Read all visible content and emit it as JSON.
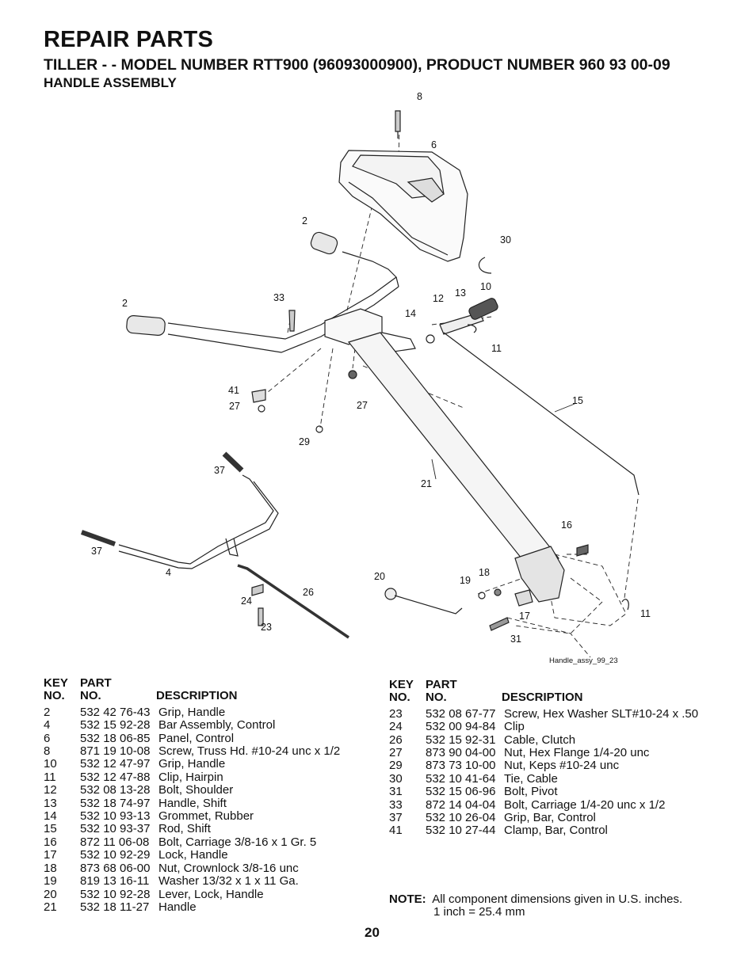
{
  "header": {
    "title": "REPAIR PARTS",
    "subtitle": "TILLER - - MODEL NUMBER RTT900 (96093000900), PRODUCT NUMBER 960 93 00-09",
    "section": "HANDLE ASSEMBLY"
  },
  "diagram": {
    "callouts": [
      "8",
      "6",
      "2",
      "30",
      "10",
      "13",
      "12",
      "14",
      "11",
      "2",
      "33",
      "41",
      "27",
      "27",
      "15",
      "29",
      "37",
      "21",
      "16",
      "37",
      "4",
      "20",
      "18",
      "19",
      "26",
      "24",
      "17",
      "11",
      "23",
      "31"
    ],
    "reference": "Handle_assy_99_23"
  },
  "table_headers": {
    "key_line1": "KEY",
    "key_line2": "NO.",
    "part_line1": "PART",
    "part_line2": "NO.",
    "description": "DESCRIPTION"
  },
  "parts_left": [
    {
      "key": "2",
      "part": "532 42 76-43",
      "desc": "Grip, Handle"
    },
    {
      "key": "4",
      "part": "532 15 92-28",
      "desc": "Bar Assembly, Control"
    },
    {
      "key": "6",
      "part": "532 18 06-85",
      "desc": "Panel, Control"
    },
    {
      "key": "8",
      "part": "871 19 10-08",
      "desc": "Screw, Truss Hd. #10-24 unc x 1/2"
    },
    {
      "key": "10",
      "part": "532 12 47-97",
      "desc": "Grip, Handle"
    },
    {
      "key": "11",
      "part": "532 12 47-88",
      "desc": "Clip, Hairpin"
    },
    {
      "key": "12",
      "part": "532 08 13-28",
      "desc": "Bolt, Shoulder"
    },
    {
      "key": "13",
      "part": "532 18 74-97",
      "desc": "Handle, Shift"
    },
    {
      "key": "14",
      "part": "532 10 93-13",
      "desc": "Grommet, Rubber"
    },
    {
      "key": "15",
      "part": "532 10 93-37",
      "desc": "Rod, Shift"
    },
    {
      "key": "16",
      "part": "872 11 06-08",
      "desc": "Bolt, Carriage  3/8-16 x 1 Gr. 5"
    },
    {
      "key": "17",
      "part": "532 10 92-29",
      "desc": "Lock, Handle"
    },
    {
      "key": "18",
      "part": "873 68 06-00",
      "desc": "Nut, Crownlock 3/8-16 unc"
    },
    {
      "key": "19",
      "part": "819 13 16-11",
      "desc": "Washer 13/32 x 1 x 11 Ga."
    },
    {
      "key": "20",
      "part": "532 10 92-28",
      "desc": "Lever, Lock, Handle"
    },
    {
      "key": "21",
      "part": "532 18 11-27",
      "desc": "Handle"
    }
  ],
  "parts_right": [
    {
      "key": "23",
      "part": "532 08 67-77",
      "desc": "Screw, Hex Washer SLT#10-24 x .50"
    },
    {
      "key": "24",
      "part": "532 00 94-84",
      "desc": "Clip"
    },
    {
      "key": "26",
      "part": "532 15 92-31",
      "desc": "Cable, Clutch"
    },
    {
      "key": "27",
      "part": "873 90 04-00",
      "desc": "Nut, Hex  Flange 1/4-20 unc"
    },
    {
      "key": "29",
      "part": "873 73 10-00",
      "desc": "Nut, Keps #10-24 unc"
    },
    {
      "key": "30",
      "part": "532 10 41-64",
      "desc": "Tie, Cable"
    },
    {
      "key": "31",
      "part": "532 15 06-96",
      "desc": "Bolt, Pivot"
    },
    {
      "key": "33",
      "part": "872 14 04-04",
      "desc": "Bolt, Carriage 1/4-20 unc x 1/2"
    },
    {
      "key": "37",
      "part": "532 10 26-04",
      "desc": "Grip, Bar, Control"
    },
    {
      "key": "41",
      "part": "532 10 27-44",
      "desc": "Clamp, Bar, Control"
    }
  ],
  "note": {
    "label": "NOTE:",
    "line1": "All component dimensions given in U.S. inches.",
    "line2": "1 inch = 25.4 mm"
  },
  "page_number": "20"
}
